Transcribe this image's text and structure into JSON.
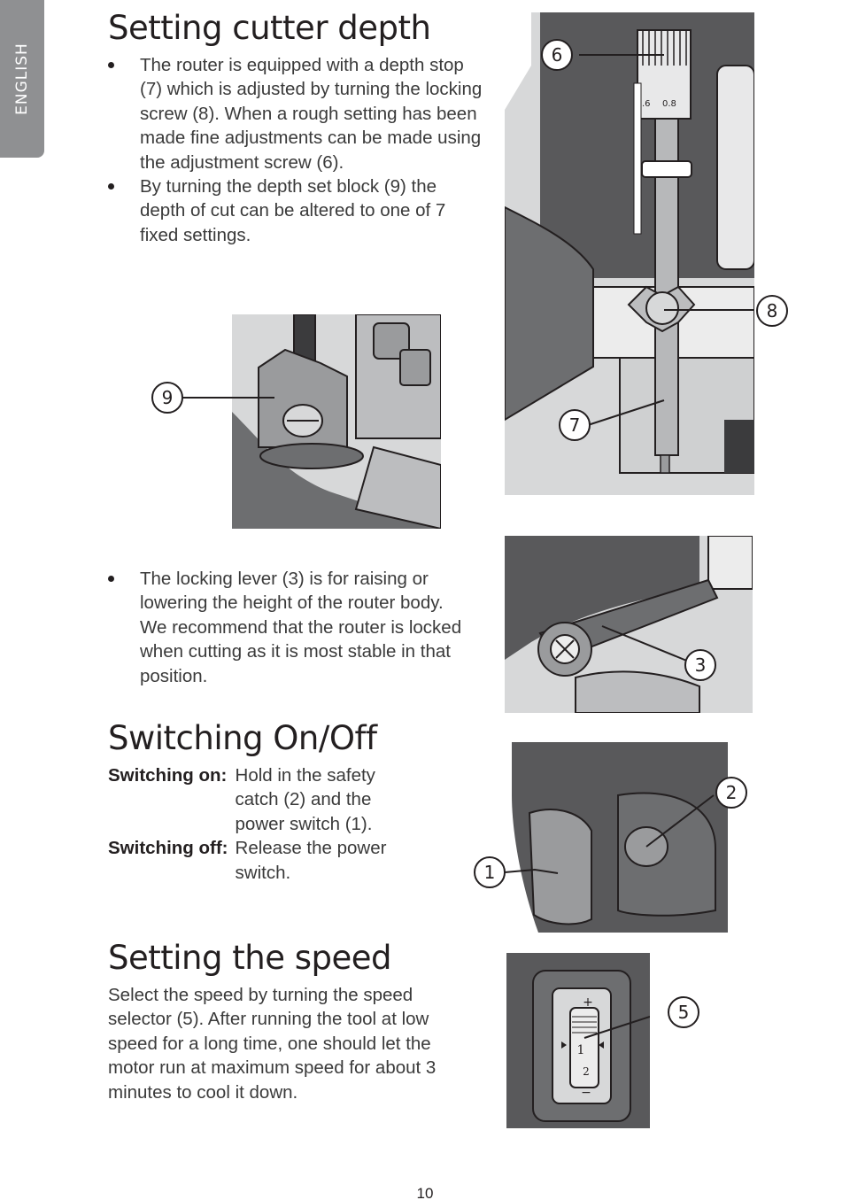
{
  "language_tab": "ENGLISH",
  "section1": {
    "title": "Setting cutter depth",
    "bullets": [
      "The router is equipped with a depth stop (7) which is adjusted by turning the locking screw (8). When a rough setting has been made fine adjustments can be made using the adjustment screw (6).",
      "By turning the depth set block (9) the depth of cut can be altered to one of 7 fixed settings."
    ],
    "bullets2": [
      "The locking lever (3) is for raising or lowering the height of the router body. We recommend that the router is locked when cutting as it is most stable in that position."
    ]
  },
  "section2": {
    "title": "Switching On/Off",
    "rows": [
      {
        "label": "Switching on:",
        "text": "Hold in the safety catch (2) and the power switch (1)."
      },
      {
        "label": "Switching off:",
        "text": "Release the power switch."
      }
    ]
  },
  "section3": {
    "title": "Setting the speed",
    "text": "Select the speed by turning the speed selector (5). After running the tool at low speed for a long time, one should let the motor run at maximum speed for about 3 minutes to cool it down."
  },
  "figures": {
    "depth_stop": {
      "callouts": [
        "6",
        "8",
        "7"
      ],
      "scale_labels": [
        ".6",
        "0.8"
      ]
    },
    "depth_block": {
      "callouts": [
        "9"
      ]
    },
    "locking_lever": {
      "callouts": [
        "3"
      ]
    },
    "switch": {
      "callouts": [
        "2",
        "1"
      ]
    },
    "speed_selector": {
      "callouts": [
        "5"
      ],
      "dial_marks": [
        "+",
        "1",
        "2",
        "−"
      ]
    }
  },
  "page_number": "10"
}
